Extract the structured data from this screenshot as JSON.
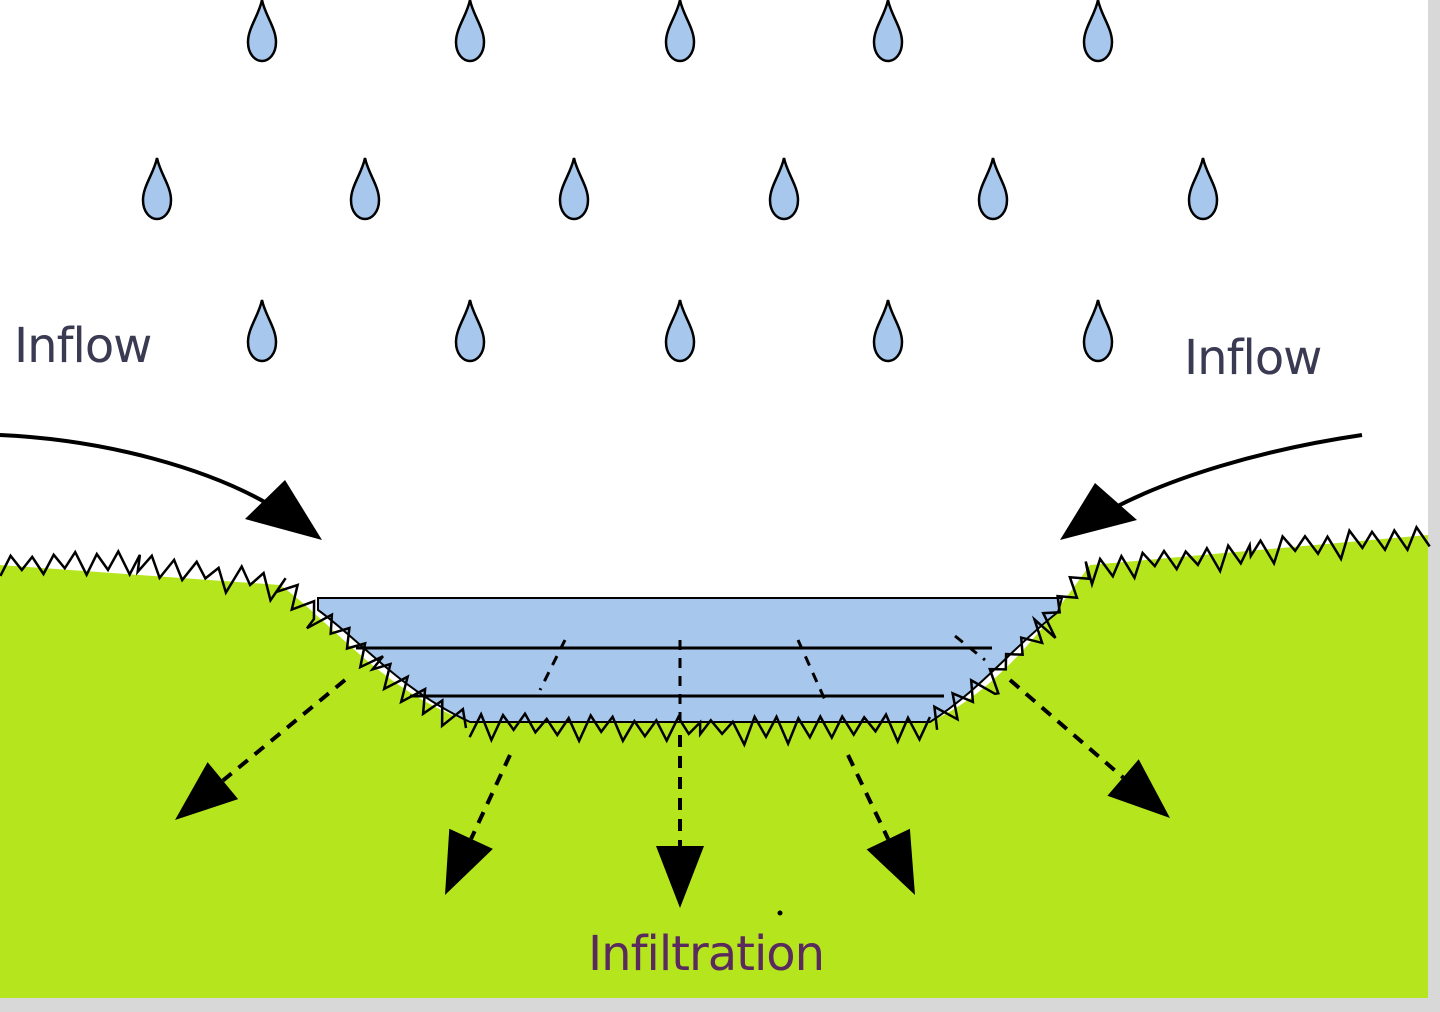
{
  "diagram": {
    "labels": {
      "inflow_left": "Inflow",
      "inflow_right": "Inflow",
      "infiltration": "Infiltration"
    },
    "colors": {
      "ground": "#b5e61d",
      "water": "#a7c8ec",
      "raindrop": "#a7c8ec",
      "outline": "#000000",
      "label_text": "#3a3a52",
      "infiltration_text": "#5a2a5e"
    },
    "elements": {
      "raindrop_rows": 3,
      "raindrops_per_row": [
        5,
        6,
        5
      ],
      "inflow_arrows": 2,
      "infiltration_arrows": 5,
      "water_layers": 3
    }
  }
}
